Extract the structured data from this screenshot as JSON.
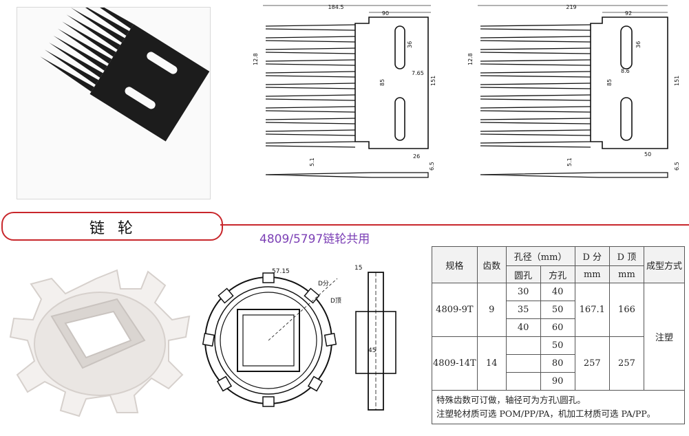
{
  "comb_drawing_a": {
    "dims": {
      "length": "184.5",
      "plate": "90",
      "pitch": "12.8",
      "slot": "36",
      "slot_w": "7.65",
      "span": "85",
      "height": "151",
      "edge": "26",
      "thick_a": "5.1",
      "thick_b": "6.5"
    }
  },
  "comb_drawing_b": {
    "dims": {
      "length": "219",
      "plate": "92",
      "pitch": "12.8",
      "slot": "36",
      "slot_w": "8.6",
      "span": "85",
      "height": "151",
      "edge": "50",
      "thick_a": "5.1",
      "thick_b": "6.5"
    }
  },
  "section": {
    "title": "链 轮",
    "subtitle": "4809/5797链轮共用"
  },
  "sprocket_drawing": {
    "pitch": "57.15",
    "d_pitch": "D分",
    "d_top": "D顶",
    "width": "15",
    "bore": "45"
  },
  "table": {
    "headers": {
      "spec": "规格",
      "teeth": "齿数",
      "bore": "孔径（mm）",
      "round": "圆孔",
      "square": "方孔",
      "d_pitch": "D 分",
      "d_top": "D 顶",
      "unit1": "mm",
      "unit2": "mm",
      "molding": "成型方式"
    },
    "rows": [
      {
        "spec": "4809-9T",
        "teeth": "9",
        "round": [
          "30",
          "35",
          "40"
        ],
        "square": [
          "40",
          "50",
          "60"
        ],
        "d_pitch": "167.1",
        "d_top": "166"
      },
      {
        "spec": "4809-14T",
        "teeth": "14",
        "round": [
          "",
          "",
          ""
        ],
        "square": [
          "50",
          "80",
          "90"
        ],
        "d_pitch": "257",
        "d_top": "257"
      }
    ],
    "molding": "注塑",
    "note1": "特殊齿数可订做，轴径可为方孔\\圆孔。",
    "note2": "注塑轮材质可选 POM/PP/PA，机加工材质可选 PA/PP。"
  }
}
